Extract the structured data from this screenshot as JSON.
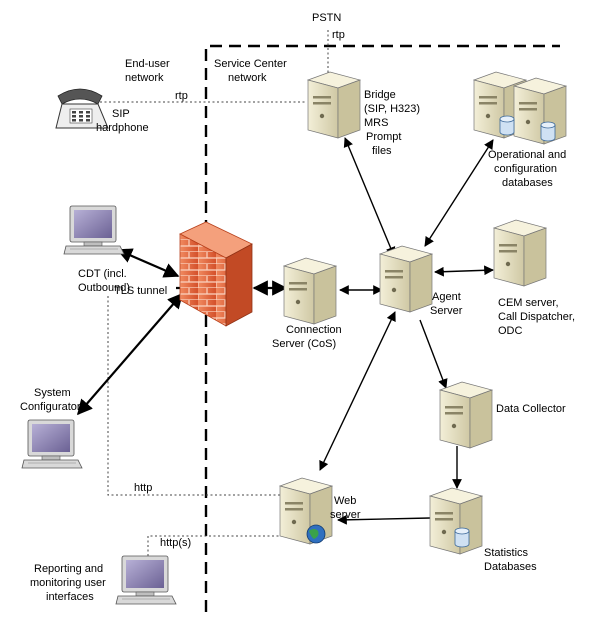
{
  "labels": {
    "pstn": "PSTN",
    "rtp_top": "rtp",
    "end_user_network": [
      "End-user",
      "network"
    ],
    "service_center_network": [
      "Service Center",
      "network"
    ],
    "rtp_left": "rtp",
    "sip_hardphone": [
      "SIP",
      "hardphone"
    ],
    "bridge": [
      "Bridge",
      "(SIP, H323)",
      "MRS",
      "Prompt",
      "files"
    ],
    "operational_dbs": [
      "Operational and",
      "configuration",
      "databases"
    ],
    "cdt": [
      "CDT (incl.",
      "Outbound)"
    ],
    "tls_tunnel": "TLS tunnel",
    "connection_server": [
      "Connection",
      "Server (CoS)"
    ],
    "agent_server": [
      "Agent",
      "Server"
    ],
    "cem_server": [
      "CEM server,",
      "Call Dispatcher,",
      "ODC"
    ],
    "system_configurator": [
      "System",
      "Configurator"
    ],
    "data_collector": "Data Collector",
    "http": "http",
    "web_server": [
      "Web",
      "server"
    ],
    "https": "http(s)",
    "reporting": [
      "Reporting and",
      "monitoring user",
      "interfaces"
    ],
    "statistics_dbs": [
      "Statistics",
      "Databases"
    ]
  },
  "icons": {
    "phone": "telephone-icon",
    "computer": "computer-icon",
    "server": "server-icon",
    "database": "database-icon",
    "firewall": "firewall-icon",
    "globe": "globe-icon"
  },
  "colors": {
    "firewall": "#e8653d",
    "server_body": "#e9e4c8",
    "monitor_screen": "#8f86b0",
    "globe": "#2f6fbf"
  }
}
